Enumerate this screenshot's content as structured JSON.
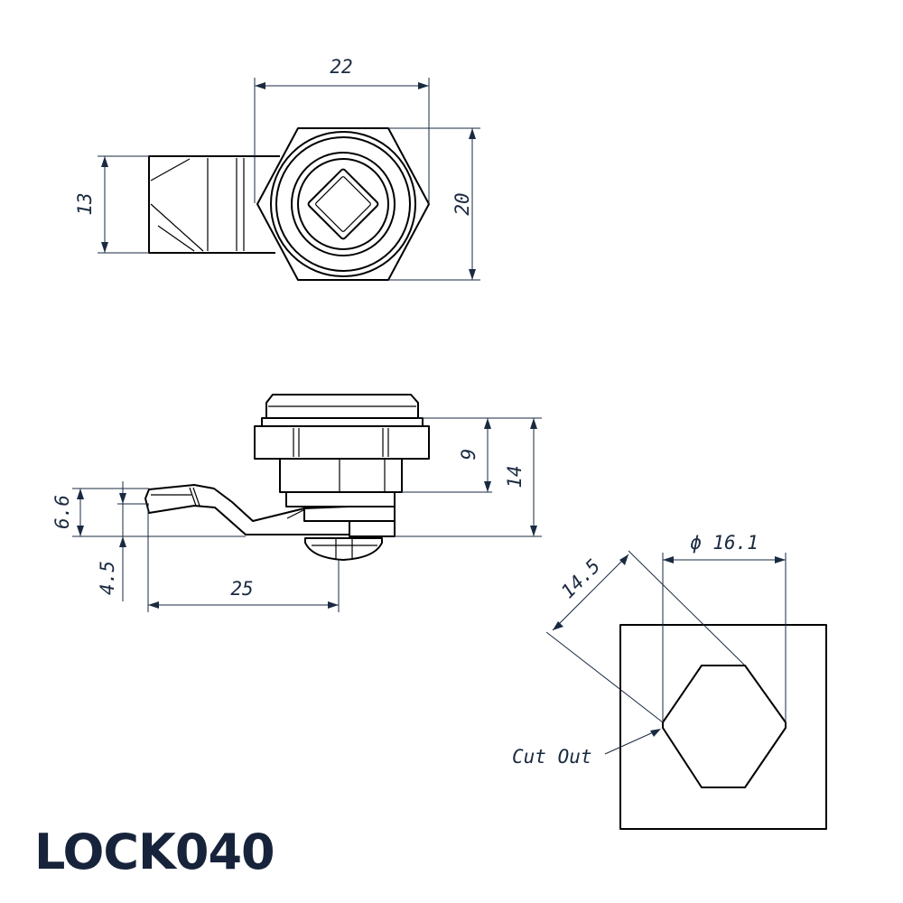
{
  "title": "LOCK040",
  "top_view": {
    "width": "22",
    "height": "20",
    "cam_width": "13"
  },
  "side_view": {
    "height_9": "9",
    "height_14": "14",
    "cam_offset": "6.6",
    "below": "4.5",
    "cam_length": "25"
  },
  "cutout_view": {
    "diameter": "ϕ 16.1",
    "flat": "14.5",
    "label": "Cut Out"
  }
}
